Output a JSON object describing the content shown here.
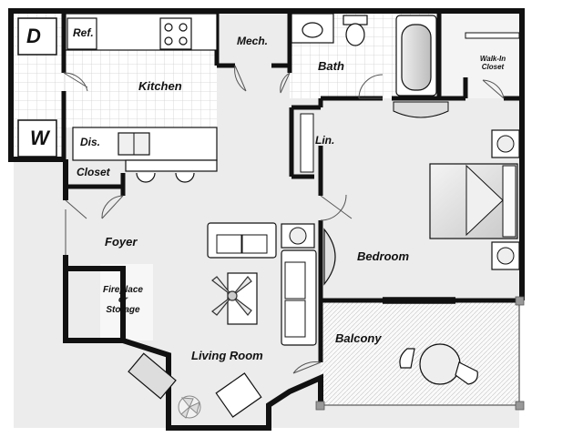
{
  "rooms": {
    "dryer": "D",
    "washer": "W",
    "ref": "Ref.",
    "kitchen": "Kitchen",
    "dis": "Dis.",
    "mech": "Mech.",
    "bath": "Bath",
    "walk_in_line1": "Walk-In",
    "walk_in_line2": "Closet",
    "lin": "Lin.",
    "closet": "Closet",
    "foyer": "Foyer",
    "fireplace_line1": "Fireplace",
    "fireplace_line2": "or",
    "fireplace_line3": "Storage",
    "bedroom": "Bedroom",
    "living_room": "Living Room",
    "balcony": "Balcony"
  },
  "colors": {
    "wall": "#111111",
    "floor_tile": "#d9d9d9",
    "carpet": "#ececec",
    "balcony_hatch": "#bfbfbf",
    "fixture": "#dddddd"
  }
}
